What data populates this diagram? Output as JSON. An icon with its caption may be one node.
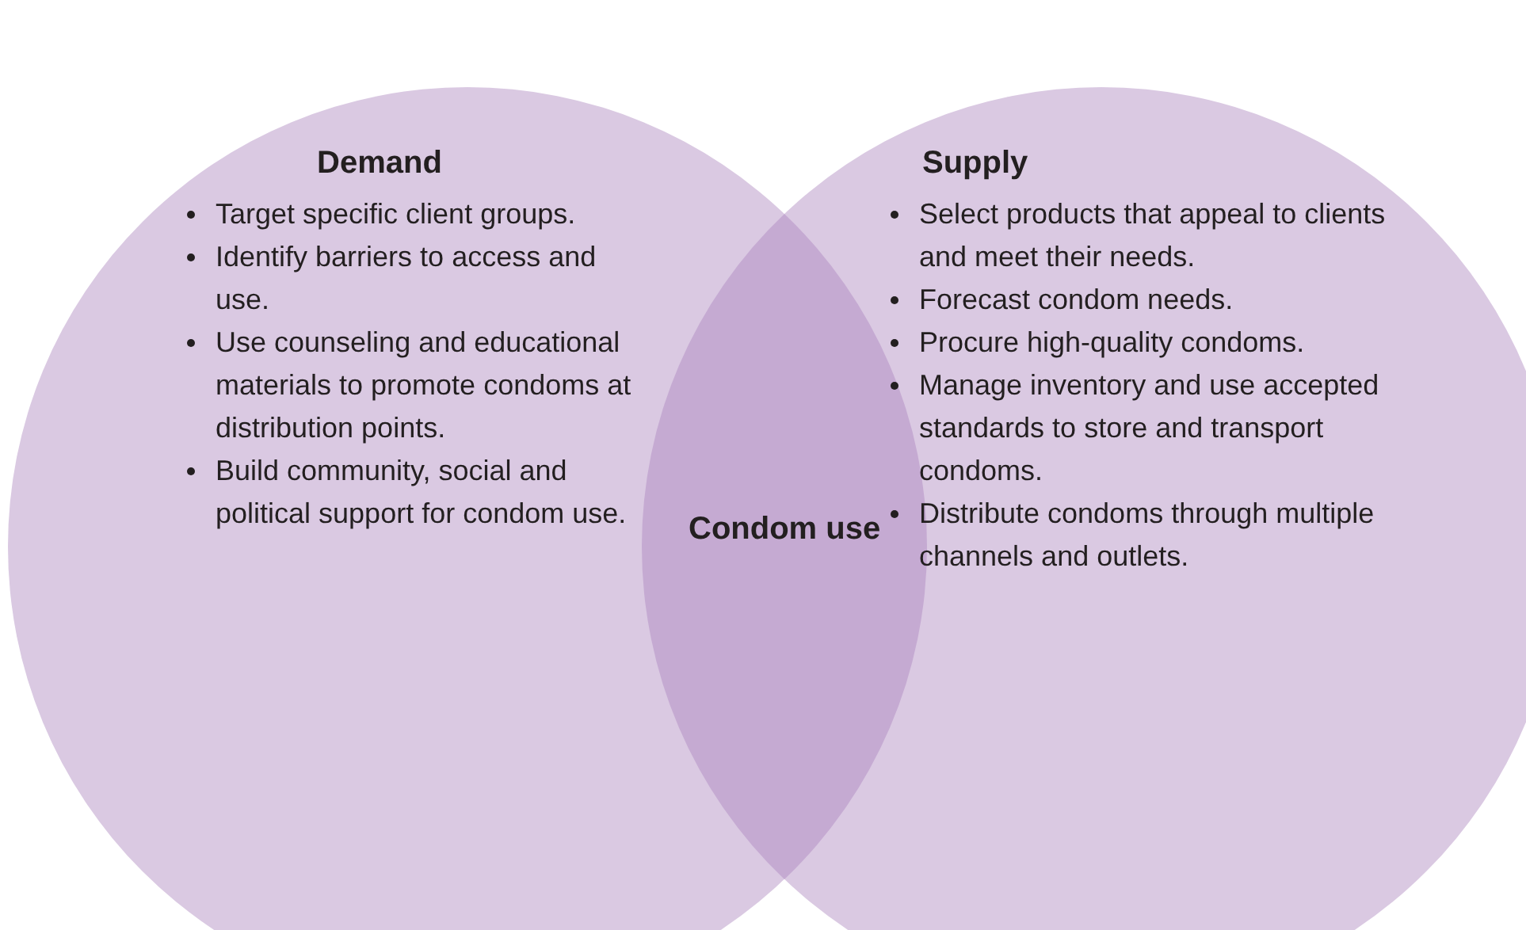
{
  "diagram": {
    "nodes": [
      {
        "text": [
          "Demand",
          "Target specific client groups.",
          "Identify barriers to access and use.",
          "Use counseling and educational materials to promote condoms at distribution points.",
          "Build community, social and political support for condom use."
        ]
      },
      {
        "text": [
          "Supply",
          "Select products that appeal to clients and meet their needs.",
          "Forecast condom needs.",
          "Procure high-quality condoms.",
          "Manage inventory and use accepted standards to store and transport condoms.",
          "Distribute condoms through multiple channels and outlets."
        ]
      },
      {
        "text": [
          "Condom use"
        ]
      }
    ],
    "edges": []
  }
}
